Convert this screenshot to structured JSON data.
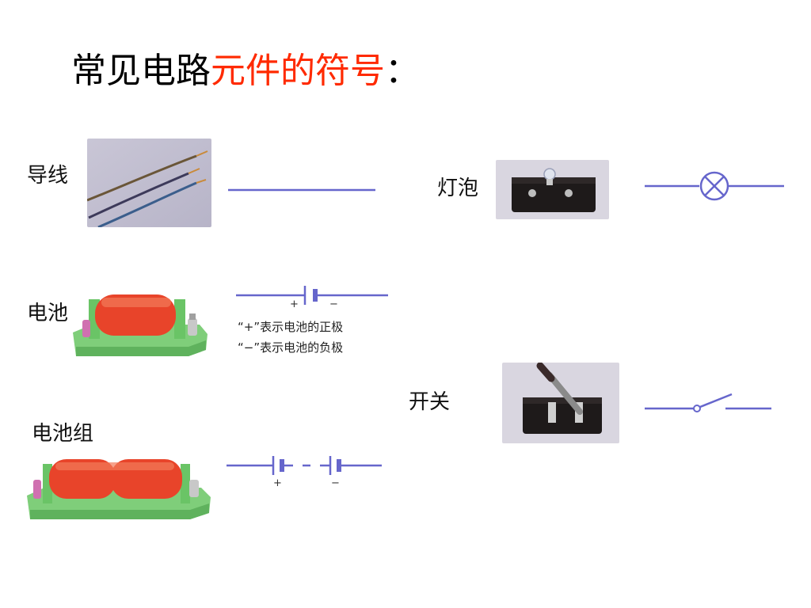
{
  "title": {
    "part1": "常见电路",
    "part2": "元件的符号",
    "part3": "："
  },
  "colors": {
    "accent": "#ff2a00",
    "symbol": "#6666cc",
    "battery_red": "#e8442a",
    "base_green": "#7fce7a"
  },
  "components": {
    "wire": {
      "label": "导线"
    },
    "battery": {
      "label": "电池",
      "plus": "+",
      "minus": "−",
      "note_plus": "“+”表示电池的正极",
      "note_minus": "“−”表示电池的负极"
    },
    "battery_pack": {
      "label": "电池组",
      "plus": "+",
      "minus": "−"
    },
    "bulb": {
      "label": "灯泡"
    },
    "switch": {
      "label": "开关"
    }
  }
}
